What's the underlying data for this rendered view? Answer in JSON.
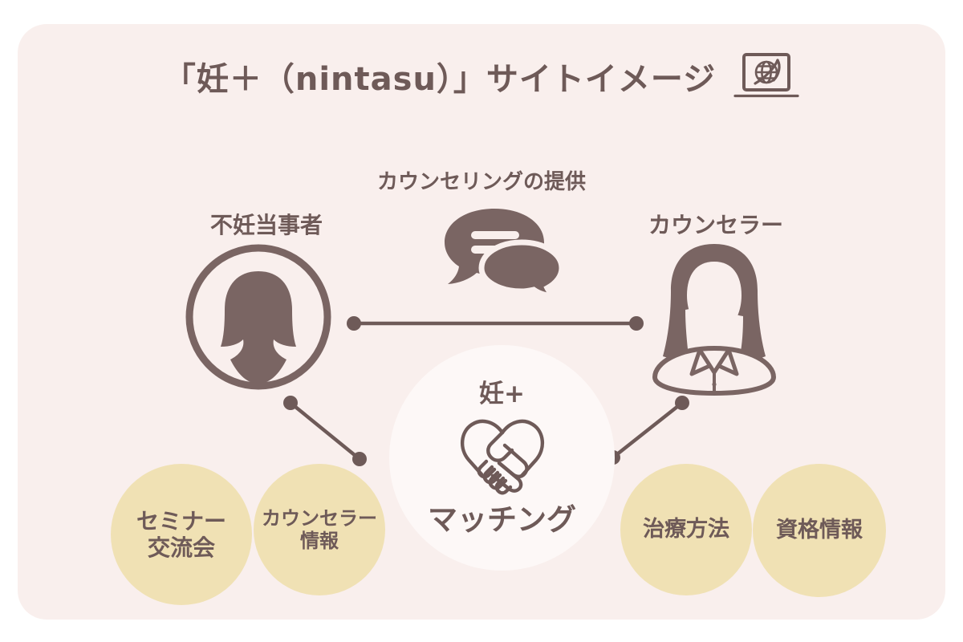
{
  "header": {
    "title": "「妊＋（nintasu）」サイトイメージ",
    "icon": "laptop-globe-icon"
  },
  "diagram": {
    "relation_label": "カウンセリングの提供",
    "relation_icon": "chat-bubbles-icon",
    "left_actor": {
      "label": "不妊当事者",
      "icon": "person-in-circle-icon"
    },
    "right_actor": {
      "label": "カウンセラー",
      "icon": "counselor-woman-icon"
    },
    "center": {
      "top_label": "妊+",
      "bottom_label": "マッチング",
      "icon": "heart-handshake-icon"
    },
    "features": [
      {
        "line1": "セミナー",
        "line2": "交流会"
      },
      {
        "line1": "カウンセラー",
        "line2": "情報"
      },
      {
        "line1": "治療方法",
        "line2": ""
      },
      {
        "line1": "資格情報",
        "line2": ""
      }
    ]
  },
  "colors": {
    "card_background": "#f9efed",
    "ink": "#6e5a58",
    "accent_yellow": "#f0e1b4",
    "center_circle": "#fdf8f7",
    "page_background": "#ffffff"
  }
}
